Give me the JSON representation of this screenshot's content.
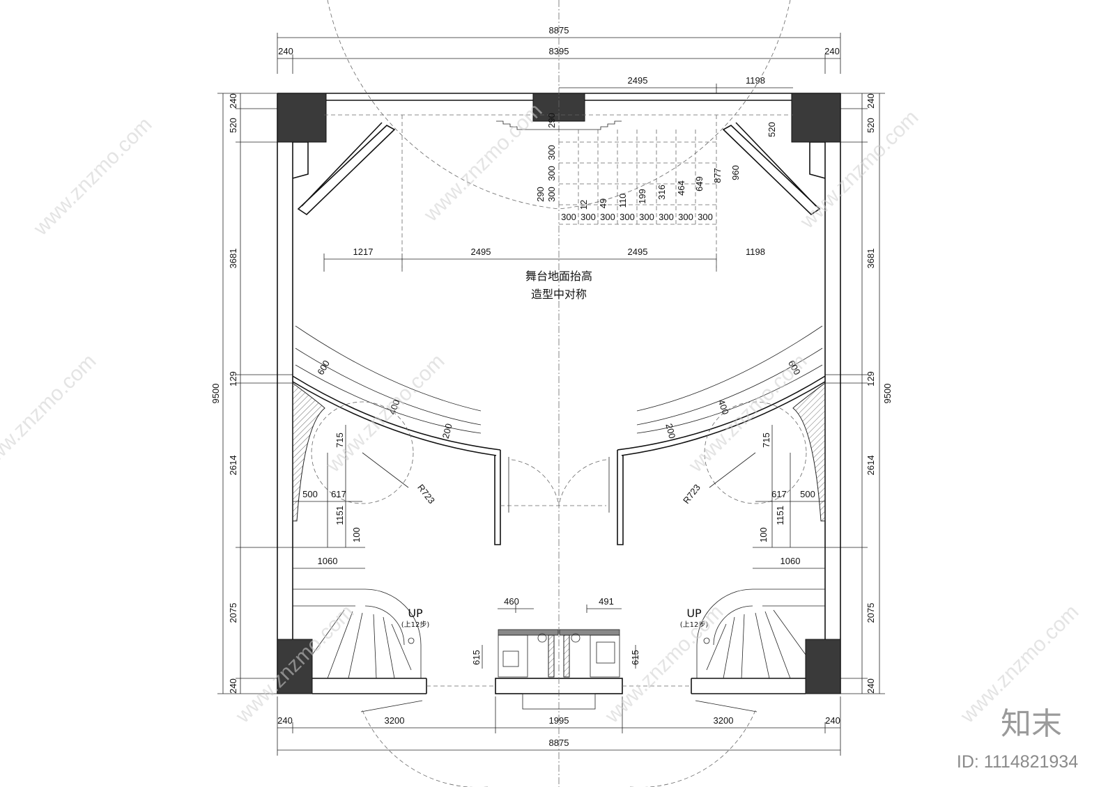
{
  "dimensions": {
    "top_total": "8875",
    "top_inner": "8395",
    "top_side_left": "240",
    "top_side_right": "240",
    "top_stair_a": "2495",
    "top_stair_b": "1198",
    "mid_row": [
      "1217",
      "2495",
      "2495",
      "1198"
    ],
    "bottom_total": "8875",
    "bottom_row": [
      "240",
      "3200",
      "1995",
      "3200",
      "240"
    ],
    "left_total": "9500",
    "left_segments": [
      "240",
      "520",
      "3681",
      "129",
      "2614",
      "2075",
      "240"
    ],
    "right_total": "9500",
    "right_segments": [
      "240",
      "520",
      "3681",
      "129",
      "2614",
      "2075",
      "240"
    ],
    "step_widths": [
      "300",
      "300",
      "300",
      "300",
      "300",
      "300",
      "300",
      "300"
    ],
    "step_heights_left": [
      "290",
      "300",
      "300",
      "300",
      "290"
    ],
    "step_rises": [
      "12",
      "49",
      "110",
      "199",
      "316",
      "464",
      "649",
      "877",
      "960"
    ],
    "right_520": "520",
    "curve_widths": [
      "600",
      "400",
      "200"
    ],
    "radius_label": "R723",
    "left_room": [
      "715",
      "500",
      "617",
      "1151",
      "100",
      "1060"
    ],
    "right_room": [
      "715",
      "617",
      "500",
      "1151",
      "100",
      "1060"
    ],
    "bath_widths": [
      "460",
      "491"
    ],
    "bath_heights": [
      "615",
      "615"
    ]
  },
  "notes": {
    "stage_line1": "舞台地面抬高",
    "stage_line2": "造型中对称",
    "stair_up": "UP",
    "stair_steps": "(上12步)"
  },
  "watermark": {
    "site": "www.znzmo.com",
    "brand": "知末",
    "id": "ID: 1114821934"
  }
}
